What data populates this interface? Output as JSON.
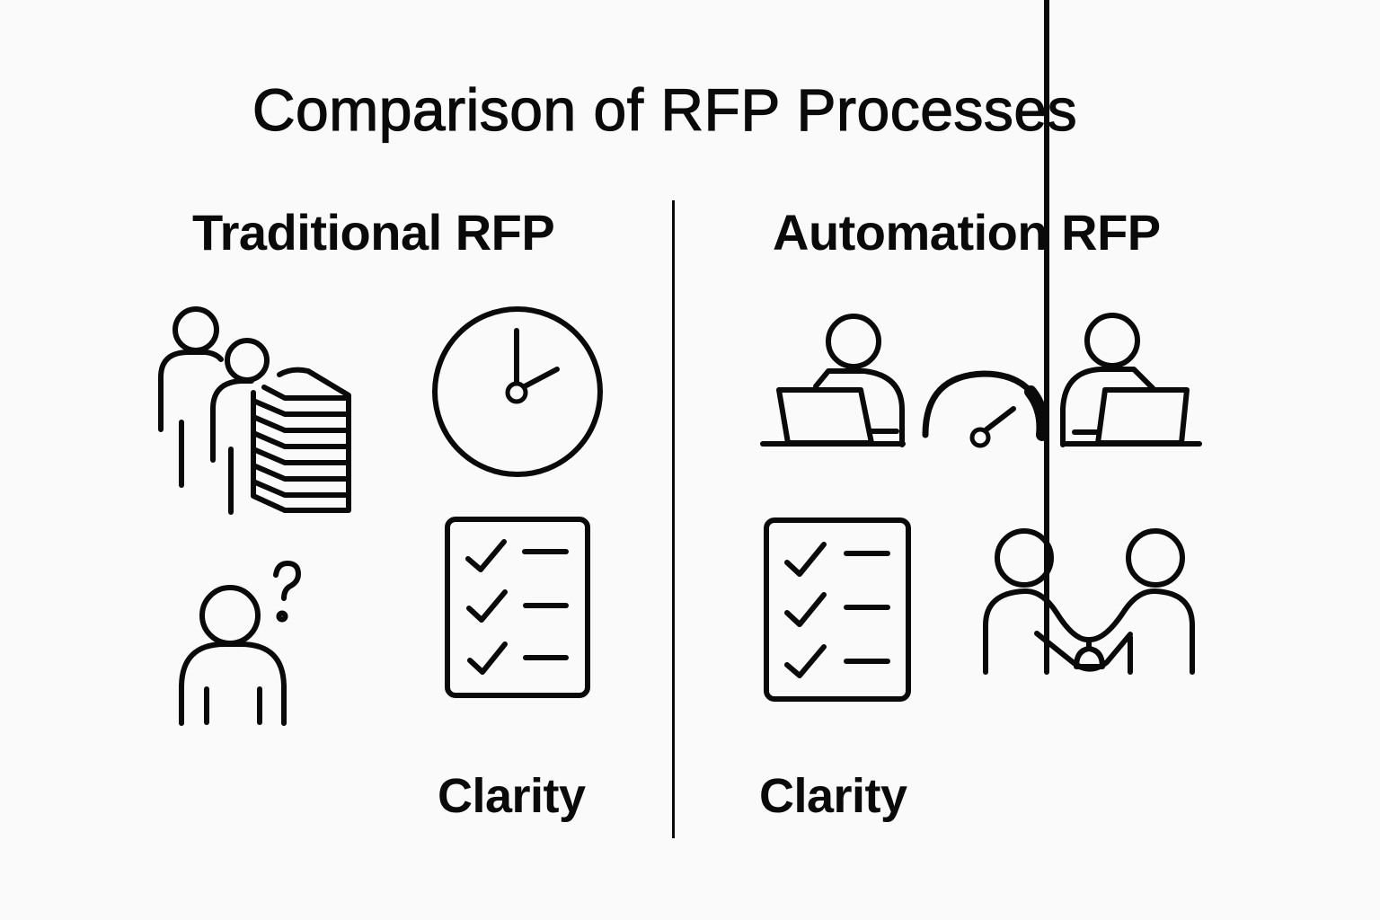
{
  "diagram": {
    "title": "Comparison of RFP Processes",
    "background_color": "#fafafa",
    "ink_color": "#0a0a0a",
    "columns": [
      {
        "heading": "Traditional RFP",
        "icons": [
          "people-with-document-stack-icon",
          "clock-icon",
          "confused-person-icon",
          "checklist-icon"
        ],
        "label": "Clarity"
      },
      {
        "heading": "Automation RFP",
        "icons": [
          "person-at-laptop-icon",
          "speedometer-icon",
          "person-at-laptop-icon",
          "checklist-icon",
          "handshake-icon"
        ],
        "label": "Clarity"
      }
    ]
  }
}
